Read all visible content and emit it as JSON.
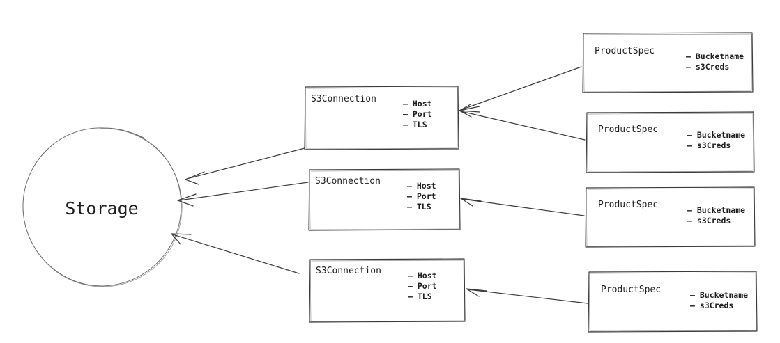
{
  "diagram": {
    "style": "hand-drawn-sketch",
    "background_color": "#ffffff",
    "stroke_color": "#3b3b3b",
    "text_color": "#1e1e1e"
  },
  "storage": {
    "label": "Storage",
    "shape": "circle"
  },
  "connections": [
    {
      "title": "S3Connection",
      "attributes": [
        "– Host",
        "– Port",
        "– TLS"
      ]
    },
    {
      "title": "S3Connection",
      "attributes": [
        "– Host",
        "– Port",
        "– TLS"
      ]
    },
    {
      "title": "S3Connection",
      "attributes": [
        "– Host",
        "– Port",
        "– TLS"
      ]
    }
  ],
  "specs": [
    {
      "title": "ProductSpec",
      "attributes": [
        "– Bucketname",
        "– s3Creds"
      ]
    },
    {
      "title": "ProductSpec",
      "attributes": [
        "– Bucketname",
        "– s3Creds"
      ]
    },
    {
      "title": "ProductSpec",
      "attributes": [
        "– Bucketname",
        "– s3Creds"
      ]
    },
    {
      "title": "ProductSpec",
      "attributes": [
        "– Bucketname",
        "– s3Creds"
      ]
    }
  ],
  "edges": [
    {
      "from": "connection-1",
      "to": "storage",
      "arrow": "storage"
    },
    {
      "from": "connection-2",
      "to": "storage",
      "arrow": "storage"
    },
    {
      "from": "connection-3",
      "to": "storage",
      "arrow": "storage"
    },
    {
      "from": "spec-1",
      "to": "connection-1",
      "arrow": "connection-1"
    },
    {
      "from": "spec-2",
      "to": "connection-1",
      "arrow": "connection-1"
    },
    {
      "from": "spec-3",
      "to": "connection-2",
      "arrow": "connection-2"
    },
    {
      "from": "spec-4",
      "to": "connection-3",
      "arrow": "connection-3"
    }
  ]
}
